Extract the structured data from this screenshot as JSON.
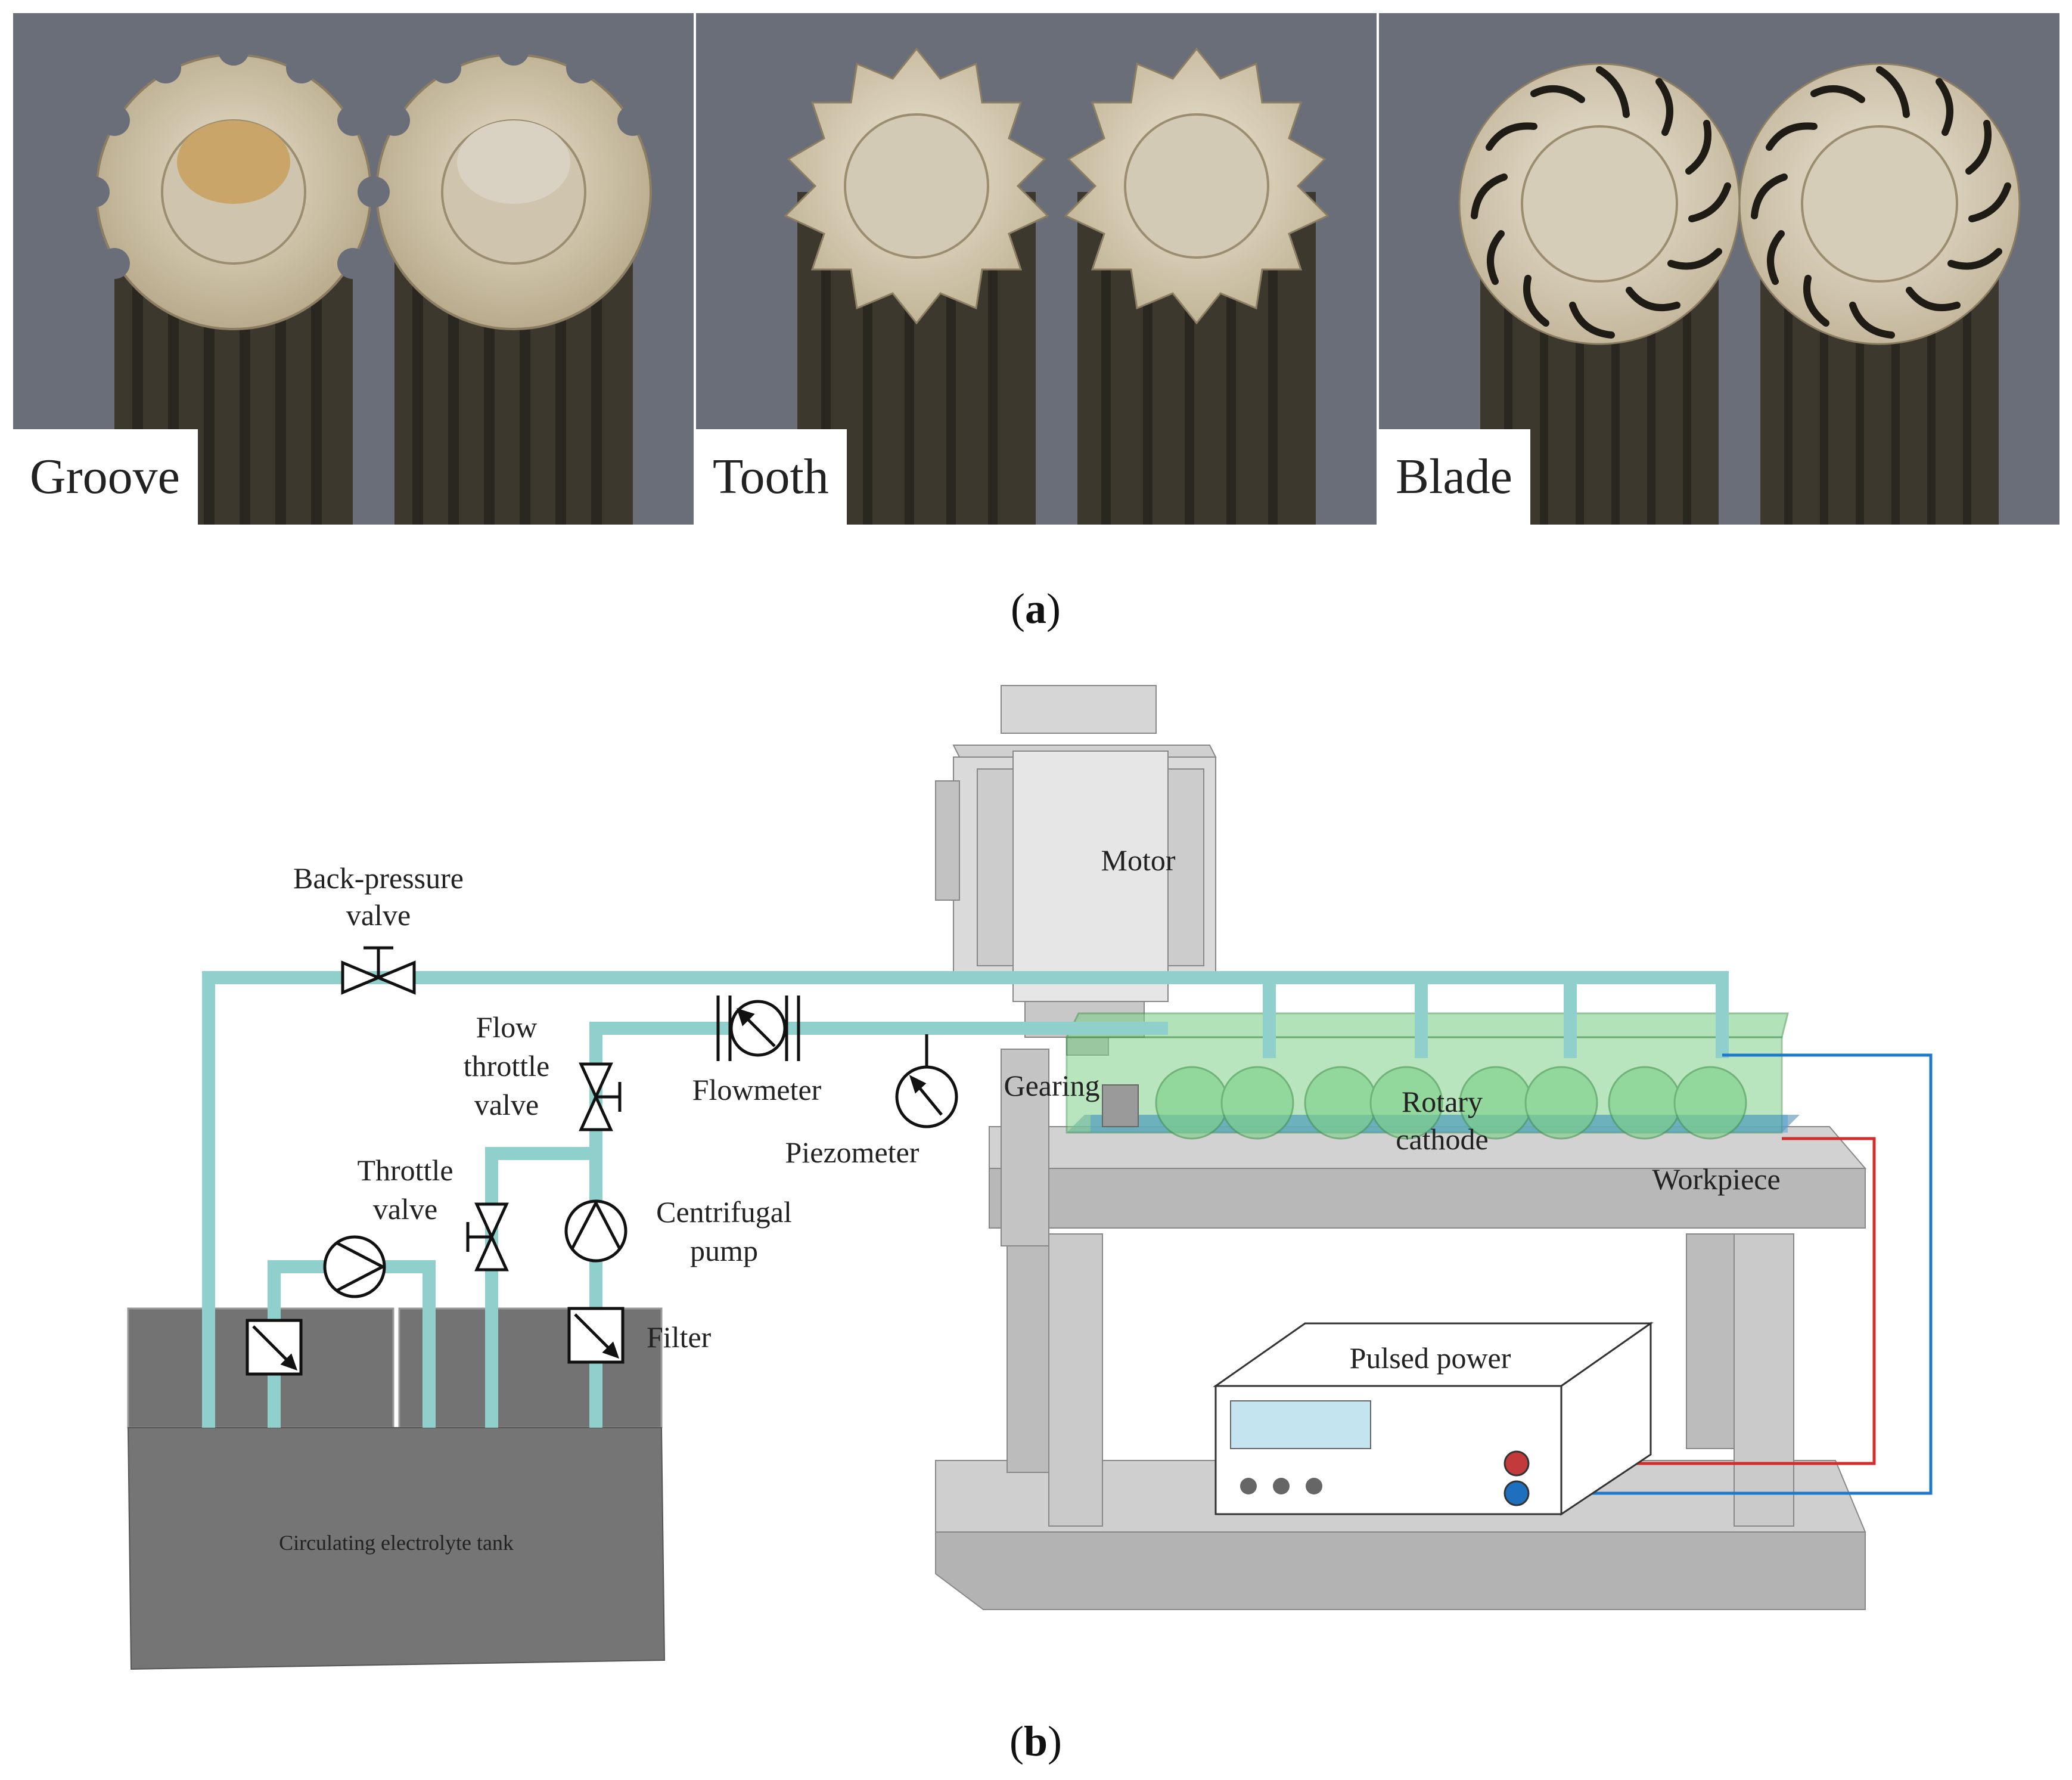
{
  "panel_a": {
    "photos": [
      {
        "label": "Groove"
      },
      {
        "label": "Tooth"
      },
      {
        "label": "Blade"
      }
    ],
    "caption_letter": "a"
  },
  "panel_b": {
    "caption_letter": "b",
    "labels": {
      "back_pressure_valve_line1": "Back-pressure",
      "back_pressure_valve_line2": "valve",
      "flow_throttle_line1": "Flow",
      "flow_throttle_line2": "throttle",
      "flow_throttle_line3": "valve",
      "flowmeter": "Flowmeter",
      "piezometer": "Piezometer",
      "throttle_valve_line1": "Throttle",
      "throttle_valve_line2": "valve",
      "centrifugal_pump_line1": "Centrifugal",
      "centrifugal_pump_line2": "pump",
      "filter": "Filter",
      "tank": "Circulating electrolyte tank",
      "motor": "Motor",
      "gearing": "Gearing",
      "rotary_cathode_line1": "Rotary",
      "rotary_cathode_line2": "cathode",
      "workpiece": "Workpiece",
      "pulsed_power": "Pulsed power"
    },
    "colors": {
      "pipe": "#8fcfcc",
      "positive_wire": "#d42d2d",
      "negative_wire": "#1f78c8",
      "tank": "#757575",
      "machine_gray": "#c8c8c8",
      "cathode_green": "#7fd08a"
    }
  }
}
